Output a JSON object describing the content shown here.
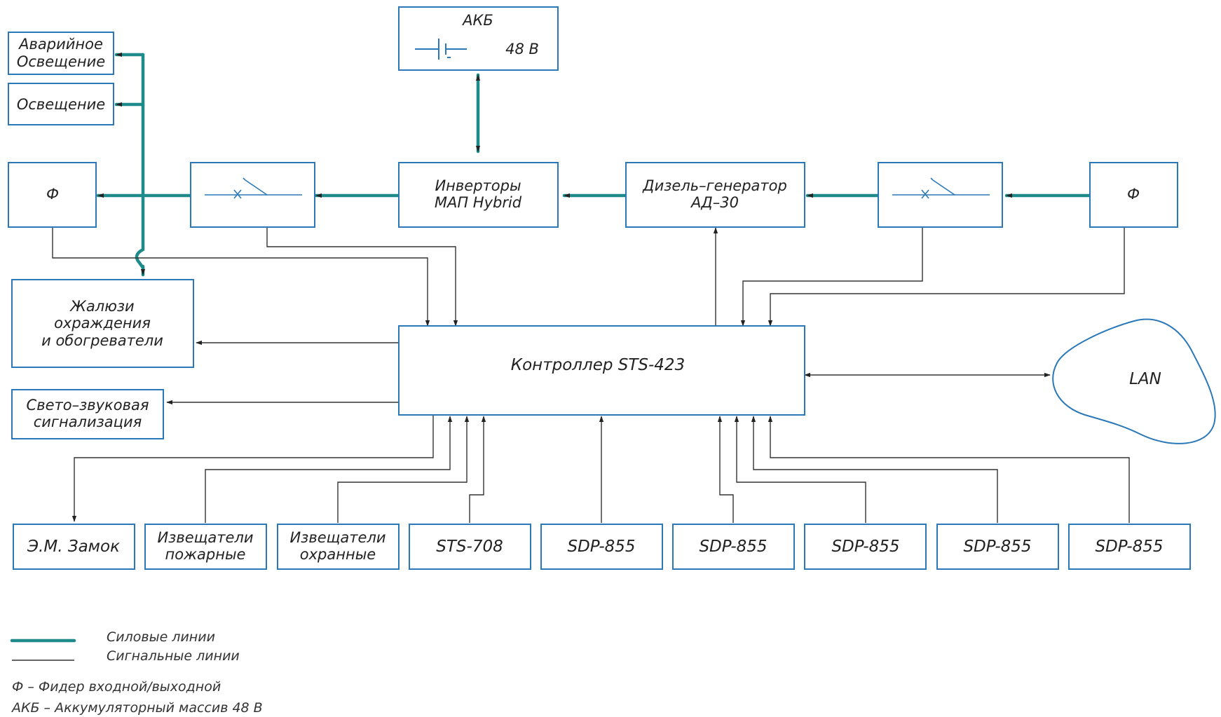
{
  "colors": {
    "power_line": "#1f8a8a",
    "signal_line": "#333333",
    "box_border": "#2a78b8"
  },
  "blocks": {
    "akb": {
      "title": "АКБ",
      "voltage": "48 В"
    },
    "emergency_light": [
      "Аварийное",
      "Освещение"
    ],
    "lighting": "Освещение",
    "feeder_left": "Ф",
    "switch_left": "",
    "inverters": [
      "Инверторы",
      "МАП Hybrid"
    ],
    "diesel": [
      "Дизель–генератор",
      "АД–30"
    ],
    "switch_right": "",
    "feeder_right": "Ф",
    "louvers": [
      "Жалюзи",
      "охраждения",
      "и обогреватели"
    ],
    "alarm": [
      "Свето–звуковая",
      "сигнализация"
    ],
    "controller": "Контроллер STS-423",
    "lan": "LAN",
    "bottom": [
      [
        "Э.М. Замок"
      ],
      [
        "Извещатели",
        "пожарные"
      ],
      [
        "Извещатели",
        "охранные"
      ],
      [
        "STS-708"
      ],
      [
        "SDP-855"
      ],
      [
        "SDP-855"
      ],
      [
        "SDP-855"
      ],
      [
        "SDP-855"
      ],
      [
        "SDP-855"
      ]
    ]
  },
  "legend": {
    "power": "Силовые линии",
    "signal": "Сигнальные линии",
    "note1": "Ф – Фидер входной/выходной",
    "note2": "АКБ – Аккумуляторный массив 48 В"
  }
}
